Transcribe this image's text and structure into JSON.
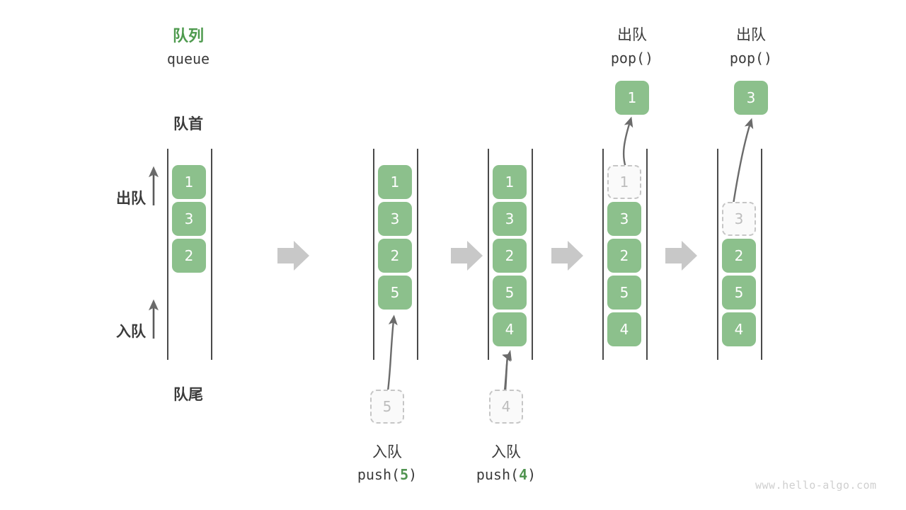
{
  "diagram": {
    "title_cjk": "队列",
    "title_code": "queue",
    "head_label": "队首",
    "tail_label": "队尾",
    "dequeue_label": "出队",
    "enqueue_label": "入队",
    "watermark": "www.hello-algo.com",
    "colors": {
      "cell_fill": "#8cc08c",
      "cell_text": "#ffffff",
      "ghost_fill": "#fafafa",
      "ghost_border": "#c6c6c6",
      "ghost_text": "#bdbdbd",
      "rail": "#4a4a4a",
      "accent_green": "#4e9a4e",
      "arrow_gray": "#6b6b6b",
      "step_arrow": "#c8c8c8",
      "text": "#3b3b3b",
      "watermark": "#cfcfcf"
    }
  },
  "panels": [
    {
      "id": "initial",
      "cells": [
        {
          "value": "1",
          "state": "filled"
        },
        {
          "value": "3",
          "state": "filled"
        },
        {
          "value": "2",
          "state": "filled"
        }
      ]
    },
    {
      "id": "after-push-5",
      "cells": [
        {
          "value": "1",
          "state": "filled"
        },
        {
          "value": "3",
          "state": "filled"
        },
        {
          "value": "2",
          "state": "filled"
        },
        {
          "value": "5",
          "state": "filled"
        }
      ],
      "incoming": {
        "value": "5"
      },
      "caption_cjk": "入队",
      "caption_code_prefix": "push(",
      "caption_code_value": "5",
      "caption_code_suffix": ")"
    },
    {
      "id": "after-push-4",
      "cells": [
        {
          "value": "1",
          "state": "filled"
        },
        {
          "value": "3",
          "state": "filled"
        },
        {
          "value": "2",
          "state": "filled"
        },
        {
          "value": "5",
          "state": "filled"
        },
        {
          "value": "4",
          "state": "filled"
        }
      ],
      "incoming": {
        "value": "4"
      },
      "caption_cjk": "入队",
      "caption_code_prefix": "push(",
      "caption_code_value": "4",
      "caption_code_suffix": ")"
    },
    {
      "id": "after-pop-1",
      "cells": [
        {
          "value": "1",
          "state": "ghost"
        },
        {
          "value": "3",
          "state": "filled"
        },
        {
          "value": "2",
          "state": "filled"
        },
        {
          "value": "5",
          "state": "filled"
        },
        {
          "value": "4",
          "state": "filled"
        }
      ],
      "popped": {
        "value": "1"
      },
      "header_cjk": "出队",
      "header_code": "pop()"
    },
    {
      "id": "after-pop-3",
      "cells": [
        {
          "value": "",
          "state": "empty"
        },
        {
          "value": "3",
          "state": "ghost"
        },
        {
          "value": "2",
          "state": "filled"
        },
        {
          "value": "5",
          "state": "filled"
        },
        {
          "value": "4",
          "state": "filled"
        }
      ],
      "popped": {
        "value": "3"
      },
      "header_cjk": "出队",
      "header_code": "pop()"
    }
  ]
}
